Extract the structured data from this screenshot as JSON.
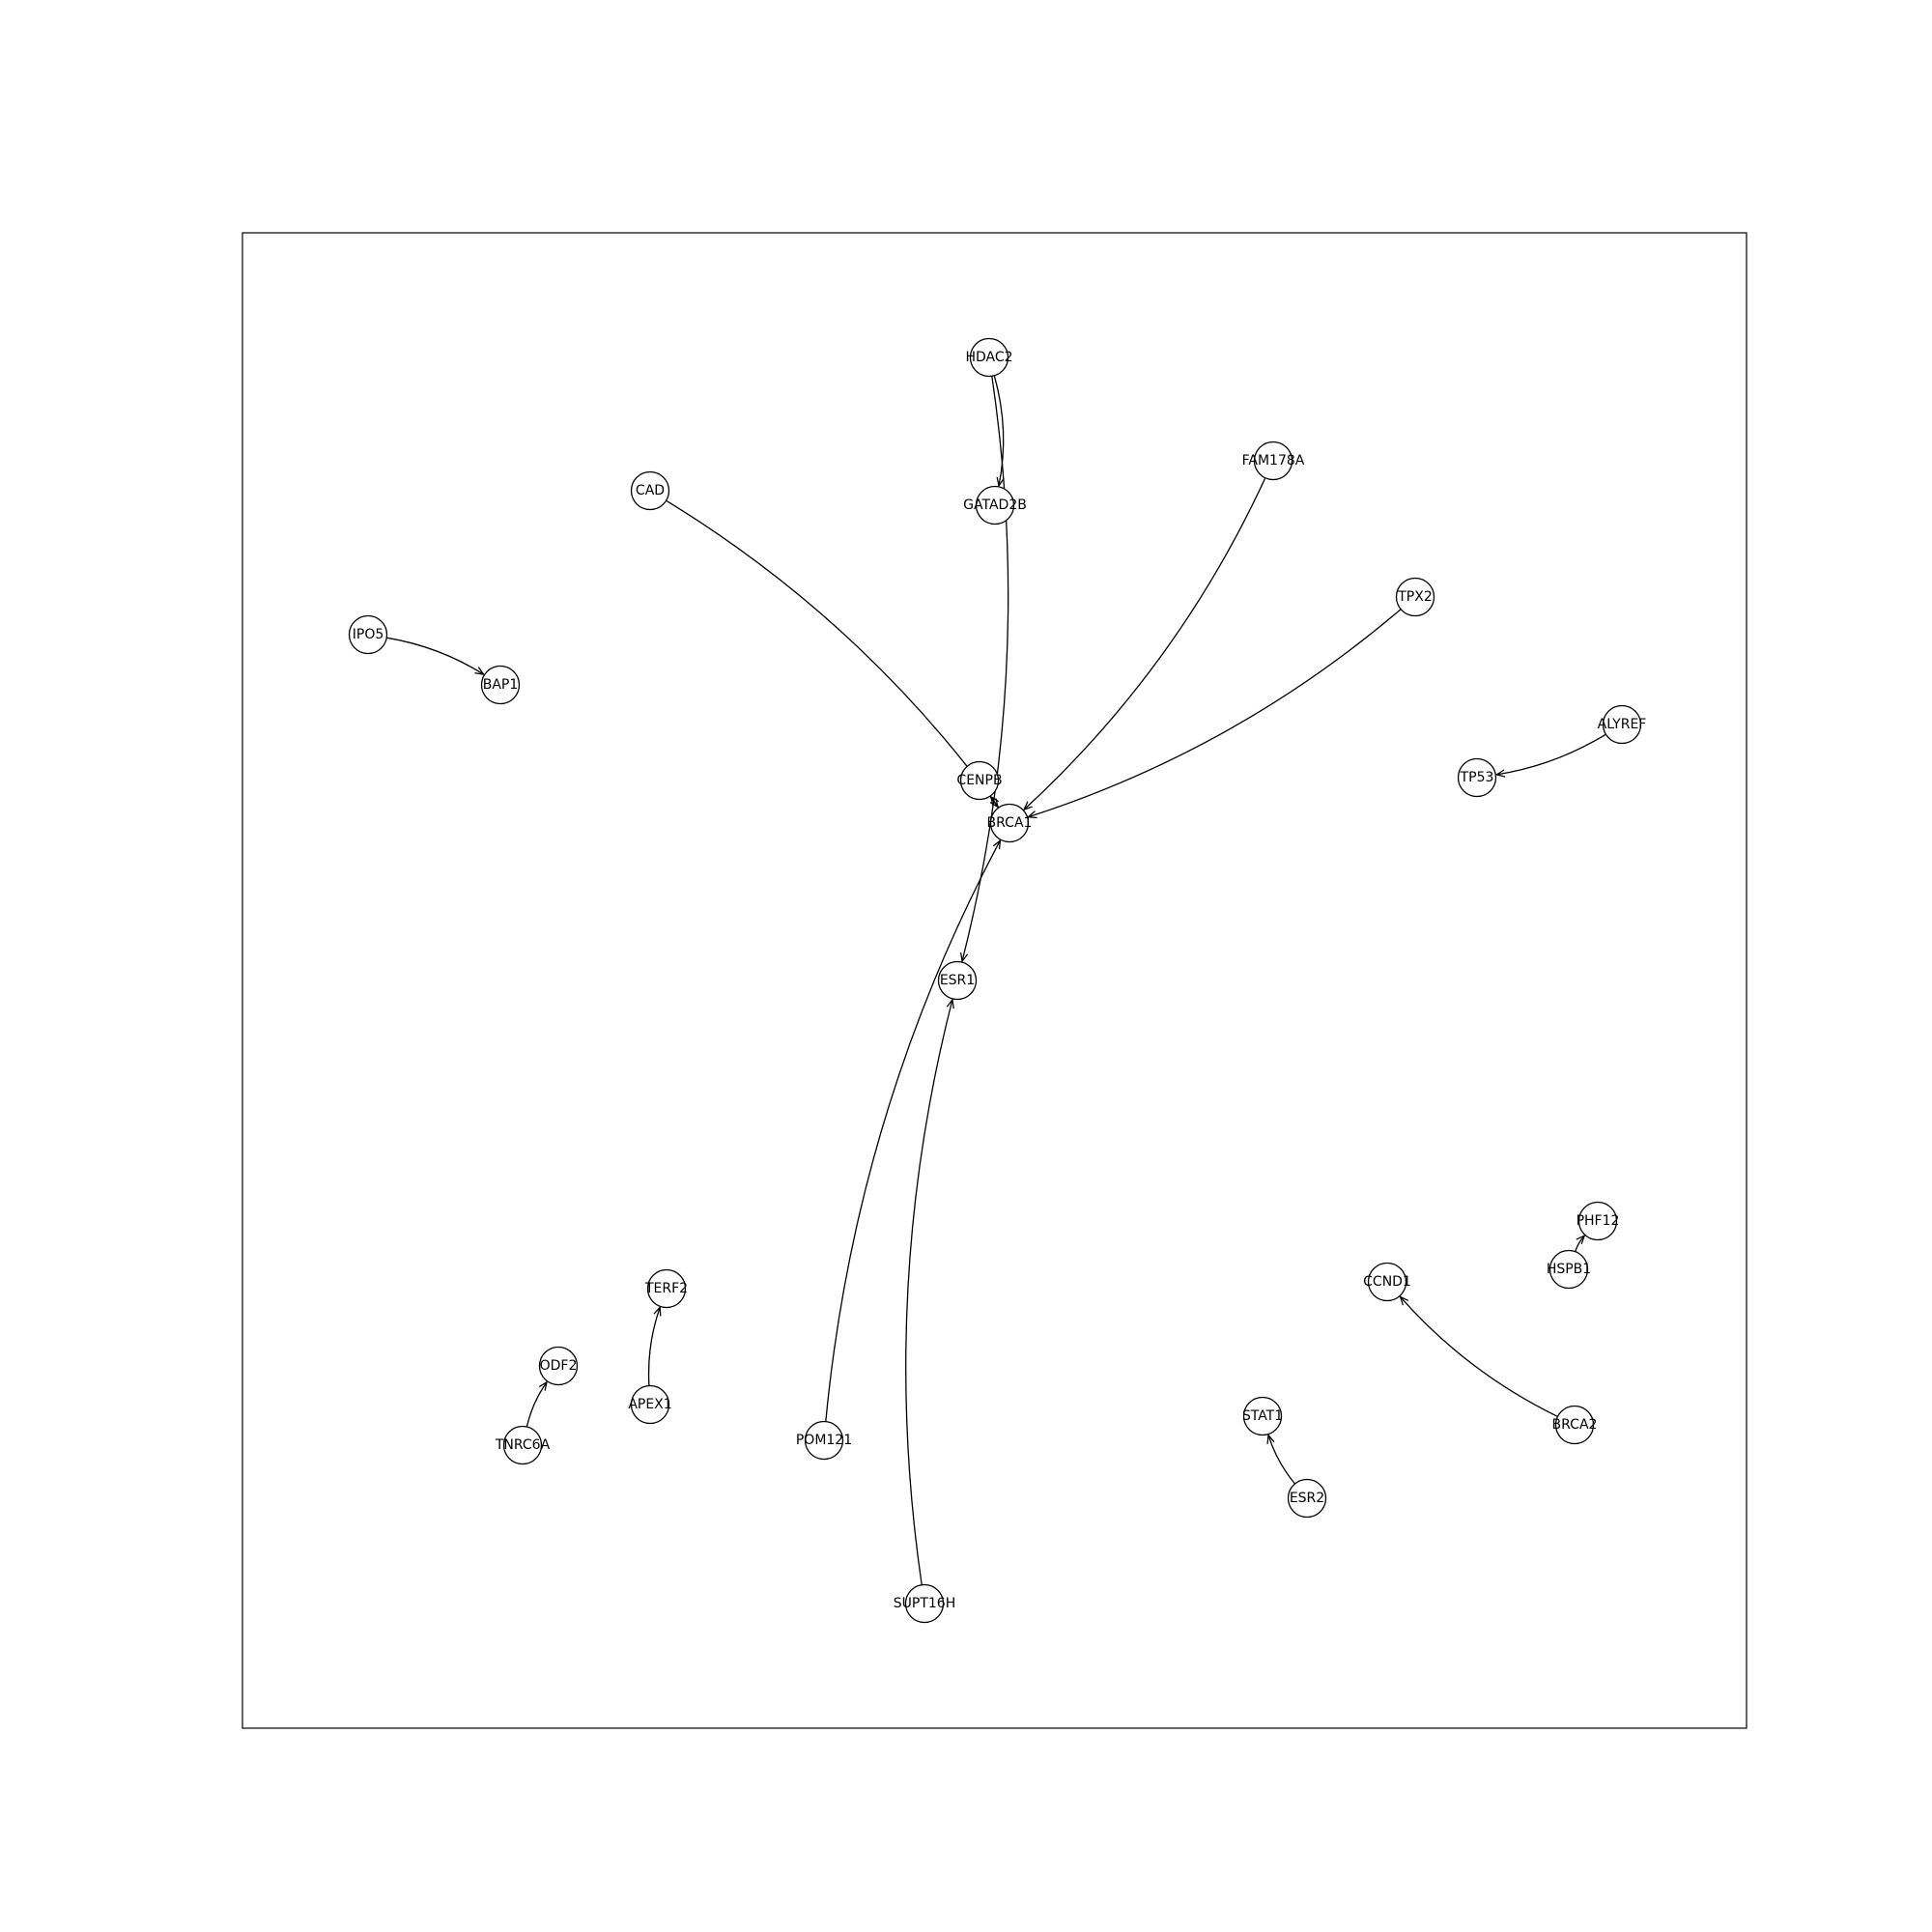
{
  "diagram": {
    "type": "directed-network",
    "nodes": [
      {
        "id": "HDAC2",
        "label": "HDAC2"
      },
      {
        "id": "GATAD2B",
        "label": "GATAD2B"
      },
      {
        "id": "FAM178A",
        "label": "FAM178A"
      },
      {
        "id": "CAD",
        "label": "CAD"
      },
      {
        "id": "TPX2",
        "label": "TPX2"
      },
      {
        "id": "IPO5",
        "label": "IPO5"
      },
      {
        "id": "BAP1",
        "label": "BAP1"
      },
      {
        "id": "ALYREF",
        "label": "ALYREF"
      },
      {
        "id": "TP53",
        "label": "TP53"
      },
      {
        "id": "CENPB",
        "label": "CENPB"
      },
      {
        "id": "BRCA1",
        "label": "BRCA1"
      },
      {
        "id": "ESR1",
        "label": "ESR1"
      },
      {
        "id": "PHF12",
        "label": "PHF12"
      },
      {
        "id": "HSPB1",
        "label": "HSPB1"
      },
      {
        "id": "CCND1",
        "label": "CCND1"
      },
      {
        "id": "TERF2",
        "label": "TERF2"
      },
      {
        "id": "ODF2",
        "label": "ODF2"
      },
      {
        "id": "APEX1",
        "label": "APEX1"
      },
      {
        "id": "TNRC6A",
        "label": "TNRC6A"
      },
      {
        "id": "POM121",
        "label": "POM121"
      },
      {
        "id": "STAT1",
        "label": "STAT1"
      },
      {
        "id": "BRCA2",
        "label": "BRCA2"
      },
      {
        "id": "ESR2",
        "label": "ESR2"
      },
      {
        "id": "SUPT16H",
        "label": "SUPT16H"
      }
    ],
    "edges": [
      {
        "source": "HDAC2",
        "target": "GATAD2B"
      },
      {
        "source": "HDAC2",
        "target": "ESR1"
      },
      {
        "source": "CAD",
        "target": "BRCA1"
      },
      {
        "source": "FAM178A",
        "target": "BRCA1"
      },
      {
        "source": "TPX2",
        "target": "BRCA1"
      },
      {
        "source": "BRCA1",
        "target": "CENPB"
      },
      {
        "source": "POM121",
        "target": "BRCA1"
      },
      {
        "source": "SUPT16H",
        "target": "ESR1"
      },
      {
        "source": "IPO5",
        "target": "BAP1"
      },
      {
        "source": "ALYREF",
        "target": "TP53"
      },
      {
        "source": "HSPB1",
        "target": "PHF12"
      },
      {
        "source": "BRCA2",
        "target": "CCND1"
      },
      {
        "source": "ESR2",
        "target": "STAT1"
      },
      {
        "source": "APEX1",
        "target": "TERF2"
      },
      {
        "source": "TNRC6A",
        "target": "ODF2"
      }
    ]
  }
}
